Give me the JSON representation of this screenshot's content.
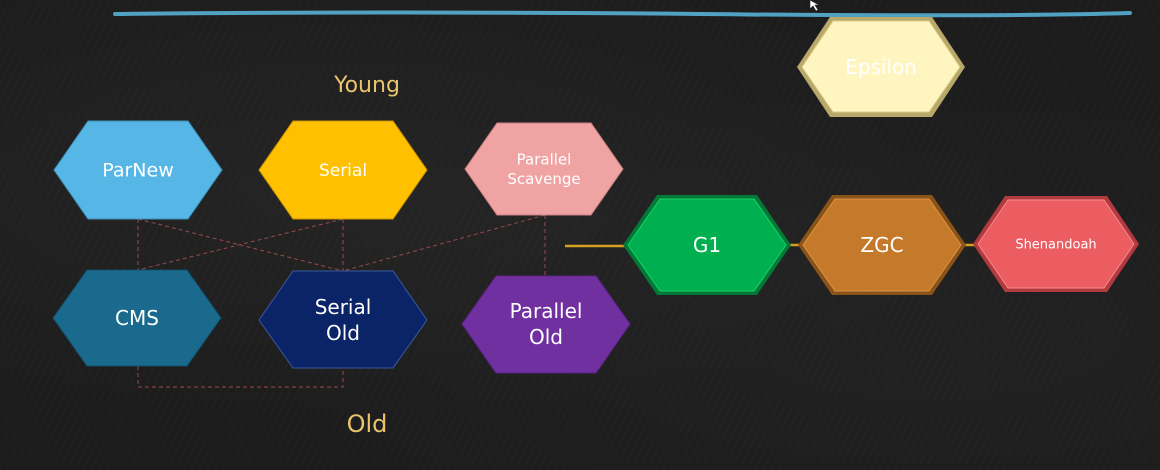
{
  "labels": {
    "young": "Young",
    "old": "Old"
  },
  "nodes": {
    "parnew": {
      "lines": [
        "ParNew"
      ],
      "fill": "#56b7e6",
      "text_color": "#1b2a3a"
    },
    "serial": {
      "lines": [
        "Serial"
      ],
      "fill": "#ffc000",
      "text_color": "#2a2a2a"
    },
    "parallel_scavenge": {
      "lines": [
        "Parallel",
        "Scavenge"
      ],
      "fill": "#f0a3a3",
      "text_color": "#2a2a2a"
    },
    "cms": {
      "lines": [
        "CMS"
      ],
      "fill": "#1a6a8e",
      "text_color": "#ffffff"
    },
    "serial_old": {
      "lines": [
        "Serial",
        "Old"
      ],
      "fill": "#0a2467",
      "text_color": "#ffffff"
    },
    "parallel_old": {
      "lines": [
        "Parallel",
        "Old"
      ],
      "fill": "#7030a0",
      "text_color": "#ffffff"
    },
    "epsilon": {
      "lines": [
        "Epsilon"
      ],
      "fill": "#fff5c0",
      "text_color": "#2a2a2a"
    },
    "g1": {
      "lines": [
        "G1"
      ],
      "fill": "#00b050",
      "text_color": "#ffffff"
    },
    "zgc": {
      "lines": [
        "ZGC"
      ],
      "fill": "#c47a2a",
      "text_color": "#ffffff"
    },
    "shenandoah": {
      "lines": [
        "Shenandoah"
      ],
      "fill": "#ec5d62",
      "text_color": "#ffffff"
    }
  },
  "colors": {
    "top_rule": "#5bb8e0",
    "connector_dashed": "#9a4a4a",
    "connector_solid": "#d4a020",
    "section_label": "#e9c46a"
  }
}
